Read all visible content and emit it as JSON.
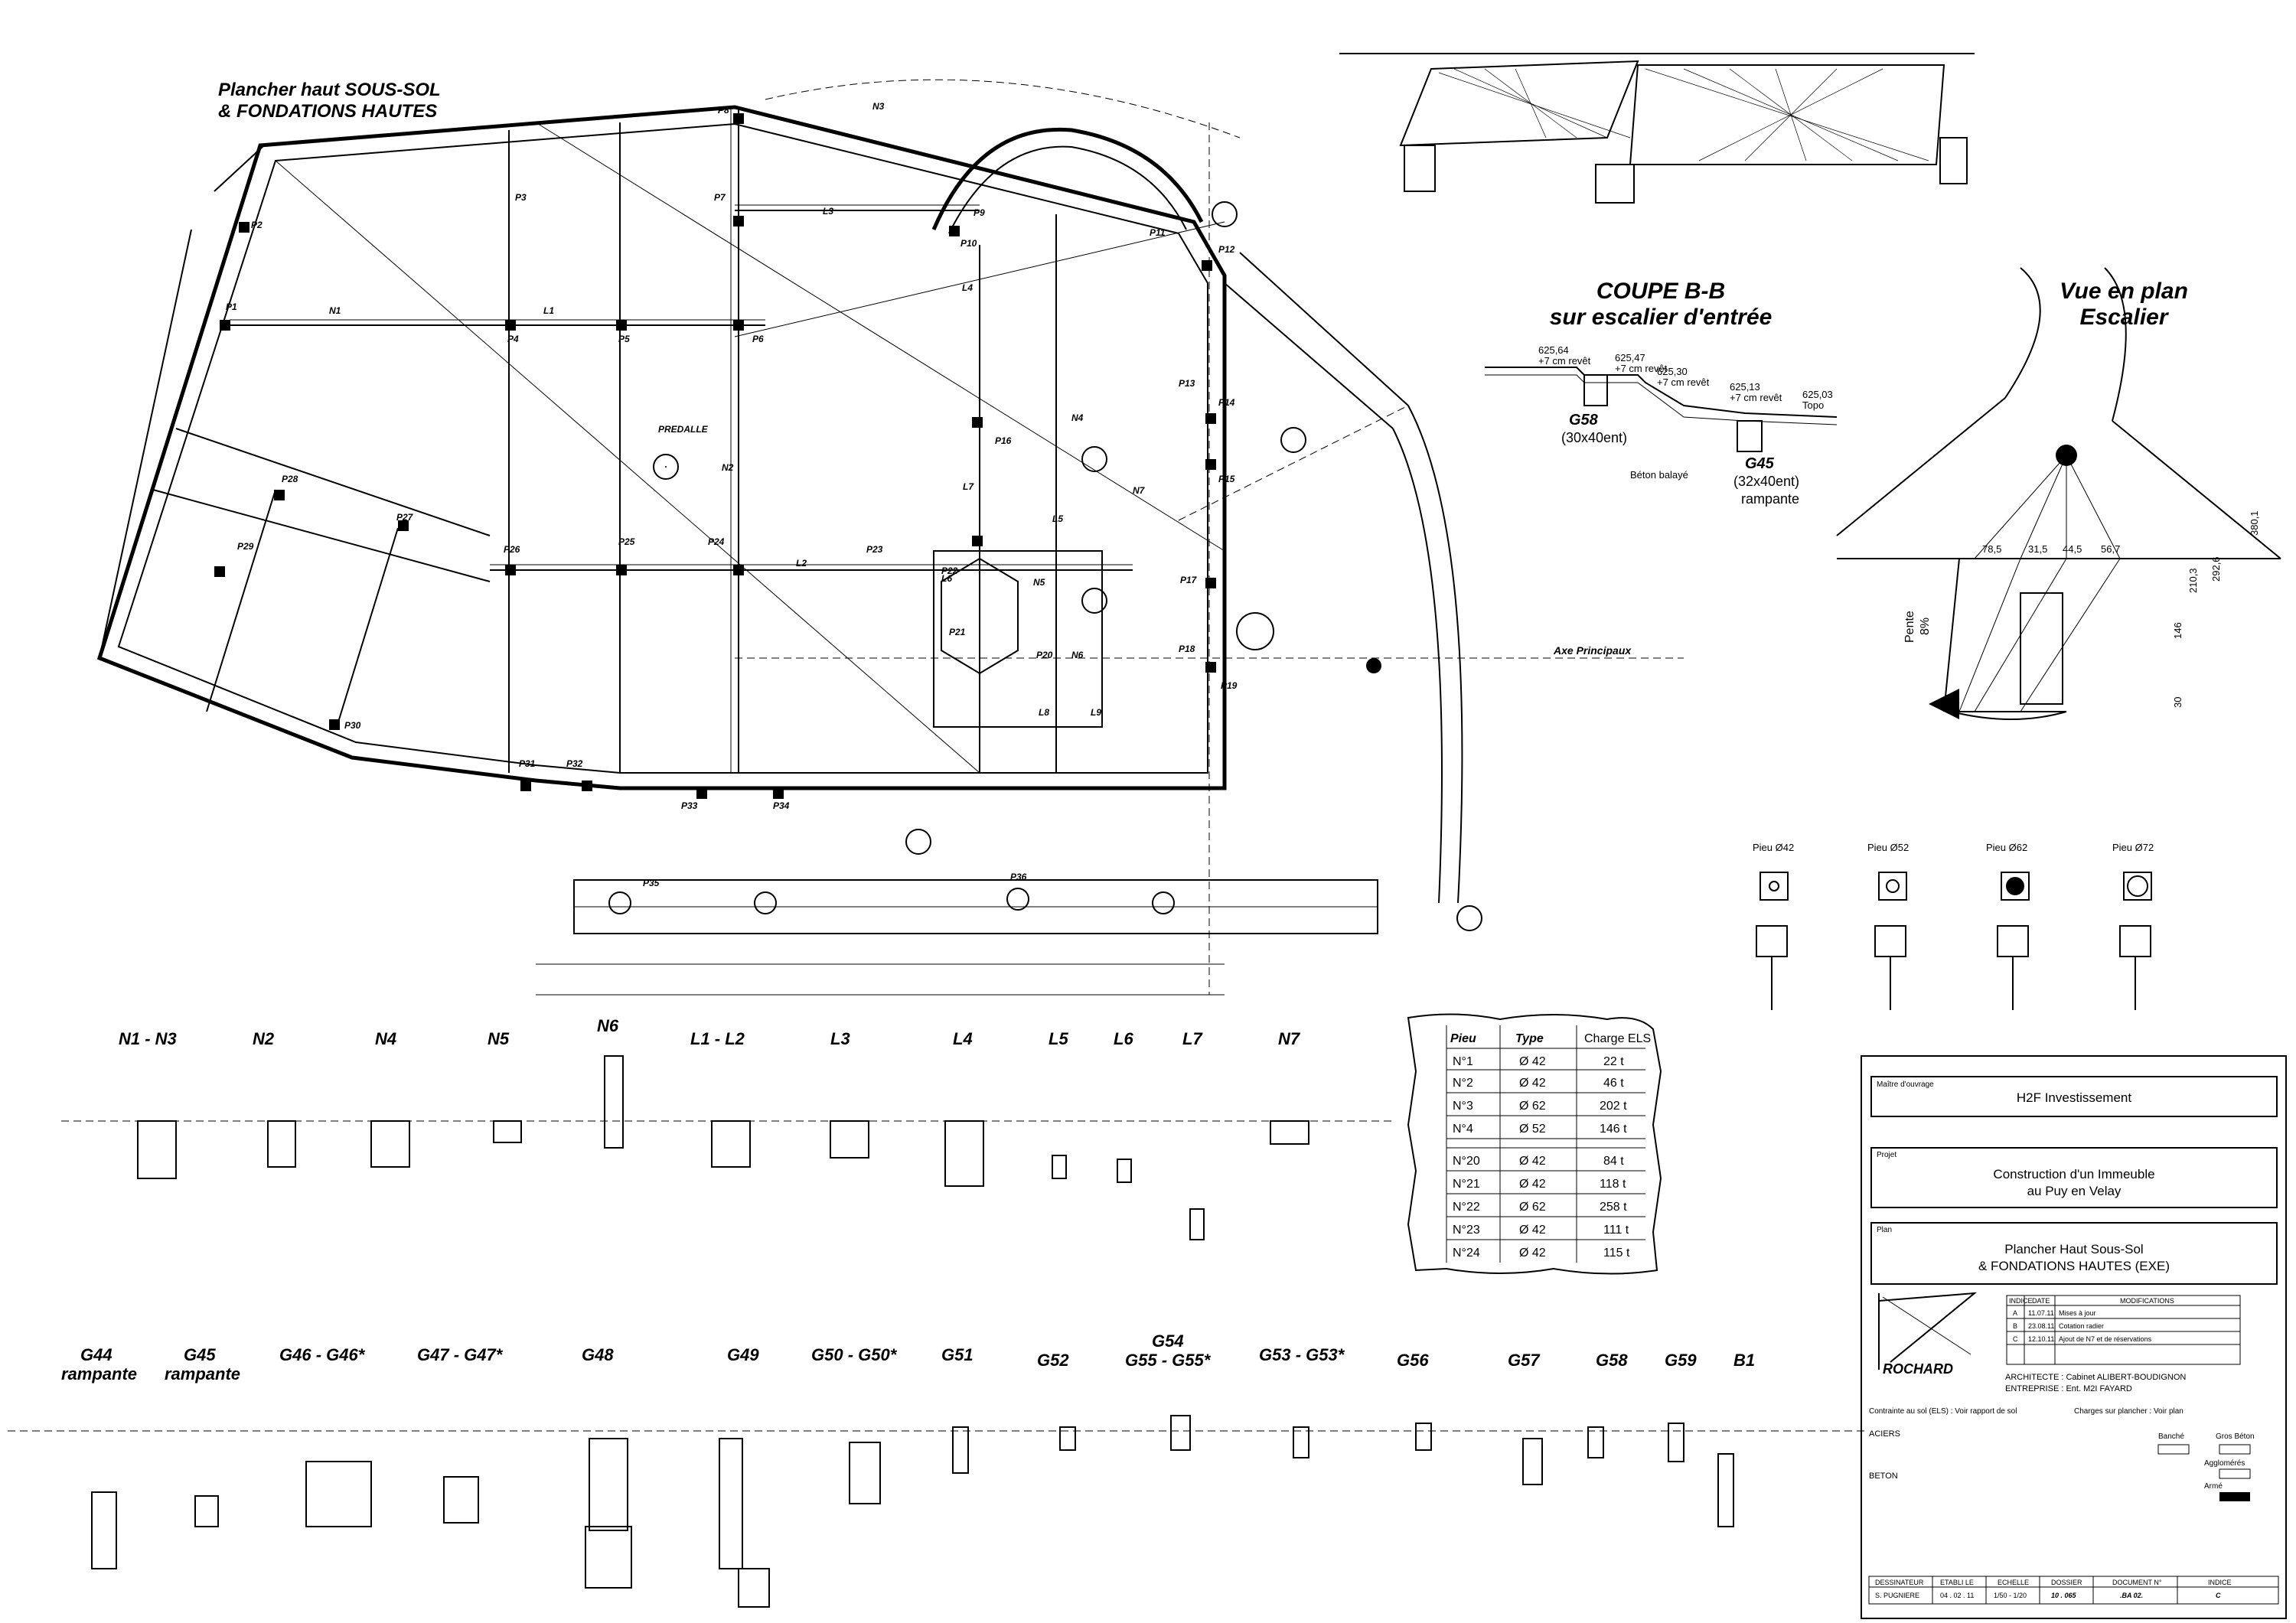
{
  "titles": {
    "plan_line1": "Plancher haut SOUS-SOL",
    "plan_line2": "& FONDATIONS HAUTES",
    "coupe_line1": "COUPE B-B",
    "coupe_line2": "sur escalier d'entrée",
    "vue_line1": "Vue en plan",
    "vue_line2": "Escalier"
  },
  "axis": {
    "axe_principaux": "Axe Principaux"
  },
  "piliers": [
    "P1",
    "P2",
    "P3",
    "P4",
    "P5",
    "P6",
    "P7",
    "P8",
    "P9",
    "P10",
    "P11",
    "P12",
    "P13",
    "P14",
    "P15",
    "P16",
    "P17",
    "P18",
    "P19",
    "P20",
    "P21",
    "P22",
    "P23",
    "P24",
    "P25",
    "P26",
    "P27",
    "P28",
    "P29",
    "P30",
    "P31",
    "P32",
    "P33",
    "P34",
    "P35",
    "P36"
  ],
  "poutres": [
    "N1",
    "N2",
    "N3",
    "N4",
    "N5",
    "N6",
    "N7",
    "L1",
    "L2",
    "L3",
    "L4",
    "L5",
    "L6",
    "L7",
    "L8",
    "L9"
  ],
  "predalle": "PREDALLE",
  "coupe": {
    "g58": "G58",
    "g58_dim": "(30x40ent)",
    "g45": "G45",
    "g45_dim": "(32x40ent)",
    "g45_note": "rampante",
    "beton": "Béton balayé",
    "levels": [
      "625,64",
      "625,47",
      "625,30",
      "625,13",
      "625,03"
    ],
    "revet": "+7 cm revêt",
    "topo": "Topo"
  },
  "escalier": {
    "pente": "Pente",
    "pente_val": "8%",
    "dims": [
      "78,5",
      "31,5",
      "44,5",
      "56,7",
      "146",
      "210,3",
      "292,6",
      "380,1",
      "30"
    ]
  },
  "pieux_views": [
    "Pieu Ø42",
    "Pieu Ø52",
    "Pieu Ø62",
    "Pieu Ø72"
  ],
  "pieu_table": {
    "headers": [
      "Pieu",
      "Type",
      "Charge ELS"
    ],
    "rows": [
      [
        "N°1",
        "Ø 42",
        "22 t"
      ],
      [
        "N°2",
        "Ø 42",
        "46 t"
      ],
      [
        "N°3",
        "Ø 62",
        "202 t"
      ],
      [
        "N°4",
        "Ø 52",
        "146 t"
      ],
      [
        "N°20",
        "Ø 42",
        "84 t"
      ],
      [
        "N°21",
        "Ø 42",
        "118 t"
      ],
      [
        "N°22",
        "Ø 62",
        "258 t"
      ],
      [
        "N°23",
        "Ø 42",
        "111 t"
      ],
      [
        "N°24",
        "Ø 42",
        "115 t"
      ]
    ]
  },
  "sections_row1": [
    "N1 - N3",
    "N2",
    "N4",
    "N5",
    "N6",
    "L1 - L2",
    "L3",
    "L4",
    "L5",
    "L6",
    "L7",
    "N7"
  ],
  "sections_row2": [
    {
      "l1": "G44",
      "l2": "rampante"
    },
    {
      "l1": "G45",
      "l2": "rampante"
    },
    {
      "l1": "G46 - G46*",
      "l2": ""
    },
    {
      "l1": "G47 - G47*",
      "l2": ""
    },
    {
      "l1": "G48",
      "l2": ""
    },
    {
      "l1": "G49",
      "l2": ""
    },
    {
      "l1": "G50 - G50*",
      "l2": ""
    },
    {
      "l1": "G51",
      "l2": ""
    },
    {
      "l1": "G52",
      "l2": ""
    },
    {
      "l1": "G54",
      "l2": "G55 - G55*"
    },
    {
      "l1": "G53 - G53*",
      "l2": ""
    },
    {
      "l1": "G56",
      "l2": ""
    },
    {
      "l1": "G57",
      "l2": ""
    },
    {
      "l1": "G58",
      "l2": ""
    },
    {
      "l1": "G59",
      "l2": ""
    },
    {
      "l1": "B1",
      "l2": ""
    }
  ],
  "cartouche": {
    "maitre_label": "Maître d'ouvrage",
    "maitre": "H2F Investissement",
    "projet_label": "Projet",
    "projet1": "Construction d'un Immeuble",
    "projet2": "au Puy en Velay",
    "plan_label": "Plan",
    "plan1": "Plancher Haut Sous-Sol",
    "plan2": "& FONDATIONS HAUTES (EXE)",
    "company": "ROCHARD",
    "indice_headers": [
      "INDICE",
      "DATE",
      "MODIFICATIONS"
    ],
    "indices": [
      [
        "A",
        "11.07.11",
        "Mises à jour"
      ],
      [
        "B",
        "23.08.11",
        "Cotation radier"
      ],
      [
        "C",
        "12.10.11",
        "Ajout de N7 et de réservations"
      ]
    ],
    "architecte": "ARCHITECTE : Cabinet ALIBERT-BOUDIGNON",
    "entreprise": "ENTREPRISE : Ent. M2I FAYARD",
    "contrainte": "Contrainte au sol (ELS) : Voir rapport de sol",
    "charges": "Charges sur plancher : Voir plan",
    "aciers": "ACIERS",
    "beton": "BETON",
    "banche": "Banché",
    "gros_beton": "Gros Béton",
    "agglomeres": "Agglomérés",
    "arme": "Armé",
    "footer_headers": [
      "DESSINATEUR",
      "ETABLI LE",
      "ECHELLE",
      "DOSSIER",
      "DOCUMENT N°",
      "INDICE"
    ],
    "footer_values": [
      "S. PUGNIERE",
      "04 . 02 . 11",
      "1/50 - 1/20",
      "10 . 065",
      ".BA 02.",
      "C"
    ]
  }
}
